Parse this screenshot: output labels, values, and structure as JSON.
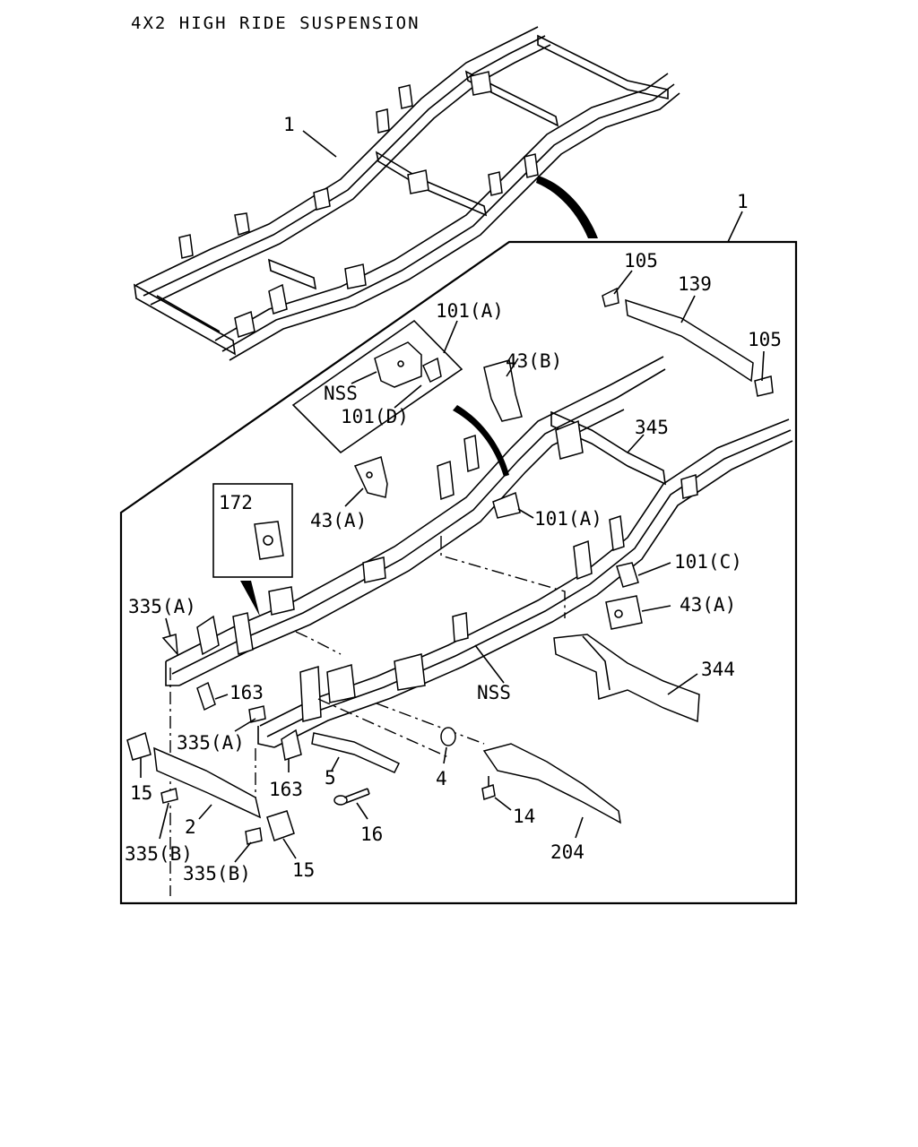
{
  "title": "4X2 HIGH RIDE SUSPENSION",
  "labels": {
    "l1_top": "1",
    "l1_right": "1",
    "l105_a": "105",
    "l139": "139",
    "l105_b": "105",
    "l101a_top": "101(A)",
    "l43b": "43(B)",
    "nss_inset": "NSS",
    "l101d": "101(D)",
    "l345": "345",
    "l172": "172",
    "l43a_left": "43(A)",
    "l101a_mid": "101(A)",
    "l101c": "101(C)",
    "l43a_right": "43(A)",
    "l335a_top": "335(A)",
    "l163_a": "163",
    "l344": "344",
    "nss_main": "NSS",
    "l335a_mid": "335(A)",
    "l15_left": "15",
    "l163_b": "163",
    "l5": "5",
    "l4": "4",
    "l14": "14",
    "l2": "2",
    "l16": "16",
    "l335b_a": "335(B)",
    "l335b_b": "335(B)",
    "l15_right": "15",
    "l204": "204"
  }
}
